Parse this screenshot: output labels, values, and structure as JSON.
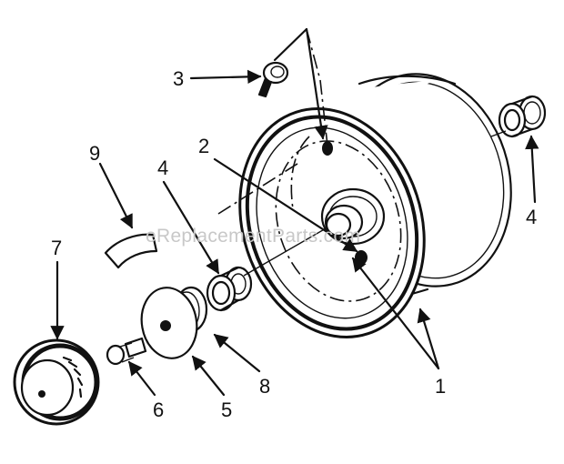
{
  "diagram": {
    "watermark": "eReplacementParts.com",
    "callouts": [
      {
        "id": "c1",
        "text": "1"
      },
      {
        "id": "c2",
        "text": "2"
      },
      {
        "id": "c3",
        "text": "3"
      },
      {
        "id": "c4a",
        "text": "4"
      },
      {
        "id": "c4b",
        "text": "4"
      },
      {
        "id": "c5",
        "text": "5"
      },
      {
        "id": "c6",
        "text": "6"
      },
      {
        "id": "c7",
        "text": "7"
      },
      {
        "id": "c8",
        "text": "8"
      },
      {
        "id": "c9",
        "text": "9"
      }
    ],
    "line_color": "#111111",
    "watermark_color": "#c8c8c8"
  }
}
